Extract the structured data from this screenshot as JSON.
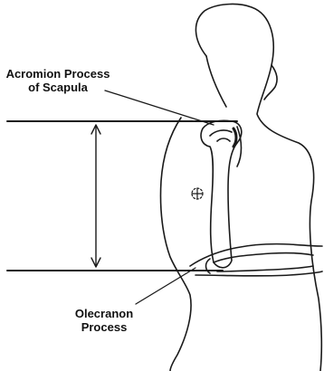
{
  "labels": {
    "acromion_line1": "Acromion Process",
    "acromion_line2": "of Scapula",
    "olecranon_line1": "Olecranon",
    "olecranon_line2": "Process"
  },
  "colors": {
    "stroke": "#1a1a1a",
    "background": "#ffffff"
  }
}
